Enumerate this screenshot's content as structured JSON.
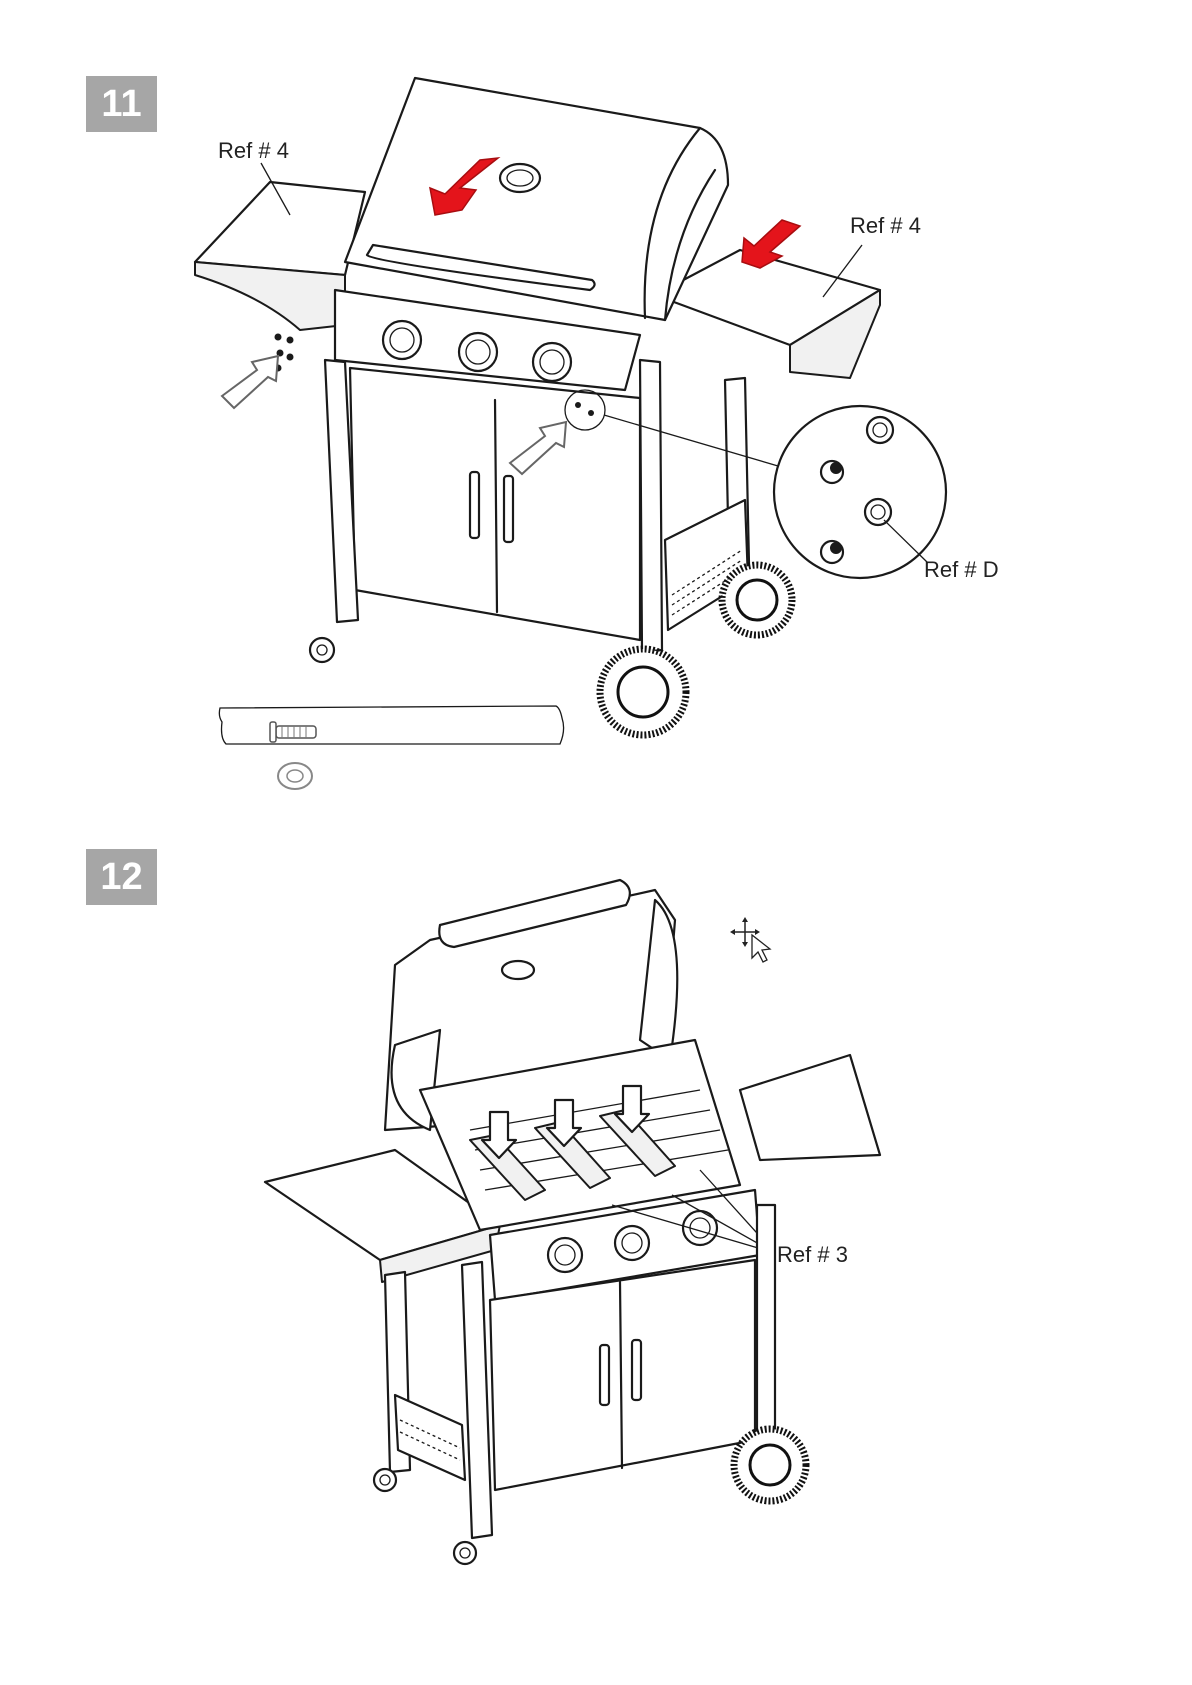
{
  "steps": [
    {
      "number": "11",
      "callouts": {
        "ref4_left": "Ref # 4",
        "ref4_right": "Ref # 4",
        "refD": "Ref # D"
      }
    },
    {
      "number": "12",
      "callouts": {
        "ref3": "Ref # 3"
      }
    }
  ],
  "colors": {
    "badge": "#a6a6a6",
    "arrow_red": "#e4141b",
    "line": "#1a1a1a"
  },
  "icons": [
    "screw-icon",
    "washer-icon",
    "move-cursor-icon"
  ]
}
